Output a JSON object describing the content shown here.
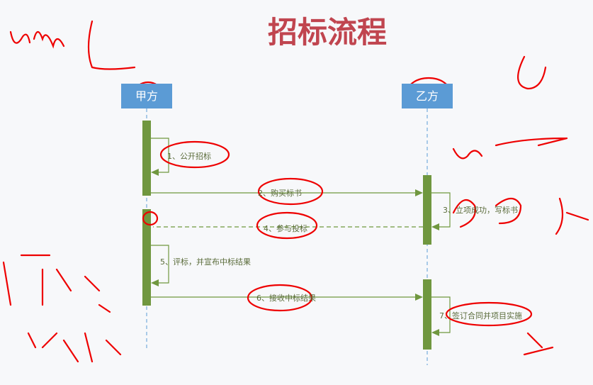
{
  "title": "招标流程",
  "actors": [
    "甲方",
    "乙方"
  ],
  "messages": [
    "1、公开招标",
    "2、购买标书",
    "3、立项成功，写标书",
    "4、参与投标",
    "5、评标，并宣布中标结果",
    "6、接收中标结果",
    "7、签订合同并项目实施"
  ],
  "colors": {
    "title": "#c0454f",
    "actor": "#5b9bd5",
    "activation": "#70973f",
    "ink": "#ff0000"
  }
}
